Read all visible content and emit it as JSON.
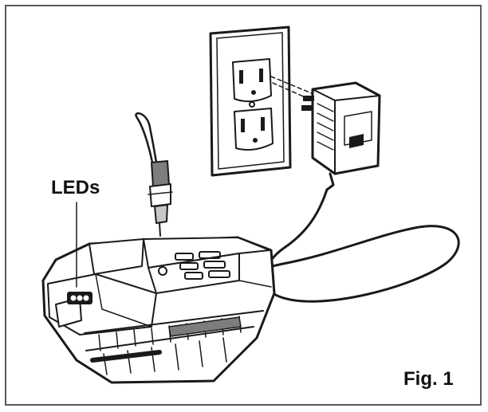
{
  "labels": {
    "leds": "LEDs",
    "figure": "Fig. 1"
  },
  "colors": {
    "ink": "#1a1a1a",
    "border": "#5a5a5a",
    "shade": "#7d7d7d",
    "light_shade": "#c8c8c8"
  },
  "parts": [
    "wall-outlet",
    "ac-adapter",
    "charging-cord",
    "plug-connector",
    "battery-pack",
    "led-indicators"
  ]
}
